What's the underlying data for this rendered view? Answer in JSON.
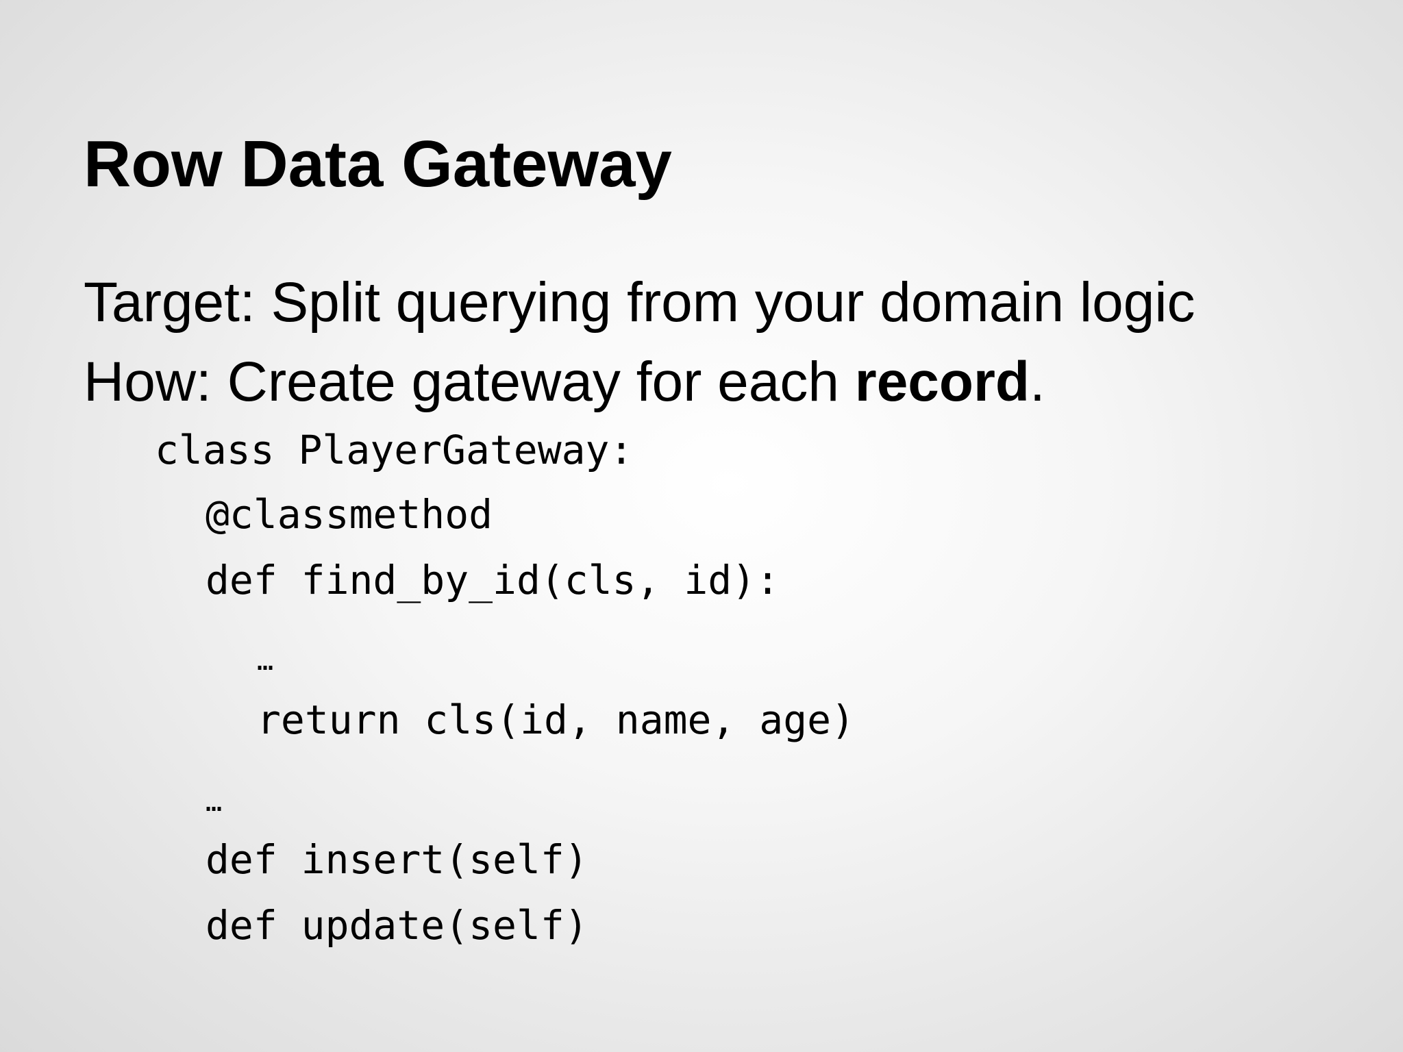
{
  "slide": {
    "title": "Row Data Gateway",
    "target_line": "Target: Split querying from your domain logic",
    "how_prefix": "How: Create gateway for each ",
    "how_emphasis": "record",
    "how_suffix": ".",
    "code": [
      "class PlayerGateway:",
      "@classmethod",
      "def find_by_id(cls, id):",
      "…",
      "return cls(id, name, age)",
      "…",
      "def insert(self)",
      "def update(self)"
    ]
  }
}
